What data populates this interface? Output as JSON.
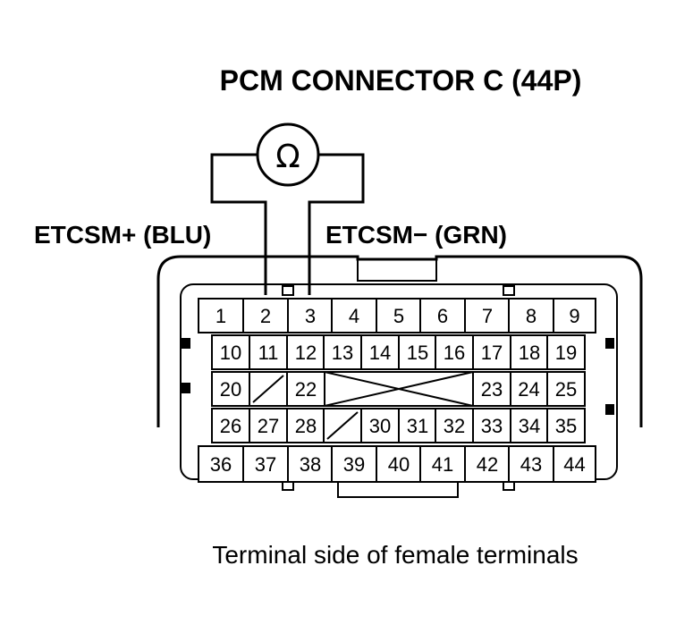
{
  "title": "PCM CONNECTOR C (44P)",
  "meter_symbol": "Ω",
  "probe_left": "ETCSM+ (BLU)",
  "probe_right": "ETCSM− (GRN)",
  "caption": "Terminal side of female terminals",
  "connector": {
    "row1": [
      "1",
      "2",
      "3",
      "4",
      "5",
      "6",
      "7",
      "8",
      "9"
    ],
    "row2": [
      "10",
      "11",
      "12",
      "13",
      "14",
      "15",
      "16",
      "17",
      "18",
      "19"
    ],
    "row3": [
      "20",
      "",
      "22",
      "",
      "23",
      "24",
      "25"
    ],
    "row4": [
      "26",
      "27",
      "28",
      "",
      "30",
      "31",
      "32",
      "33",
      "34",
      "35"
    ],
    "row5": [
      "36",
      "37",
      "38",
      "39",
      "40",
      "41",
      "42",
      "43",
      "44"
    ]
  }
}
